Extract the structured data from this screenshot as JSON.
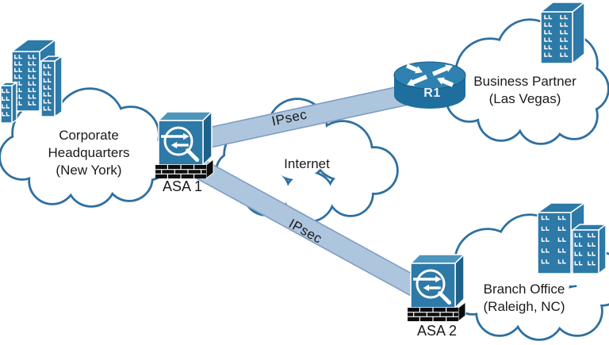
{
  "colors": {
    "white": "#ffffff",
    "cloud_stroke": "#2e6fa0",
    "device_blue": "#2d79a7",
    "device_top": "#4e95bc",
    "device_side": "#1e6189",
    "router_top": "#2e81b0",
    "router_body": "#1f6f9e",
    "router_rim": "#175a82",
    "band_fill": "#aec5de",
    "band_stroke": "#7e9dc1",
    "brick": "#0d0d0d",
    "text": "#1a1a1a"
  },
  "nodes": {
    "corporate": {
      "lines": [
        "Corporate",
        "Headquarters",
        "(New York)"
      ]
    },
    "internet": {
      "label": "Internet"
    },
    "business": {
      "lines": [
        "Business Partner",
        "(Las Vegas)"
      ]
    },
    "branch": {
      "lines": [
        "Branch Office",
        "(Raleigh, NC)"
      ]
    },
    "asa1": {
      "label": "ASA 1"
    },
    "asa2": {
      "label": "ASA 2"
    },
    "r1": {
      "label": "R1"
    }
  },
  "links": {
    "upper_tunnel": {
      "label": "IPsec"
    },
    "lower_tunnel": {
      "label": "IPsec"
    }
  },
  "icons": {
    "asa1": "asa-firewall-icon",
    "asa2": "asa-firewall-icon",
    "r1": "router-icon",
    "clouds": "cloud-icon",
    "sites": "office-building-icon"
  }
}
